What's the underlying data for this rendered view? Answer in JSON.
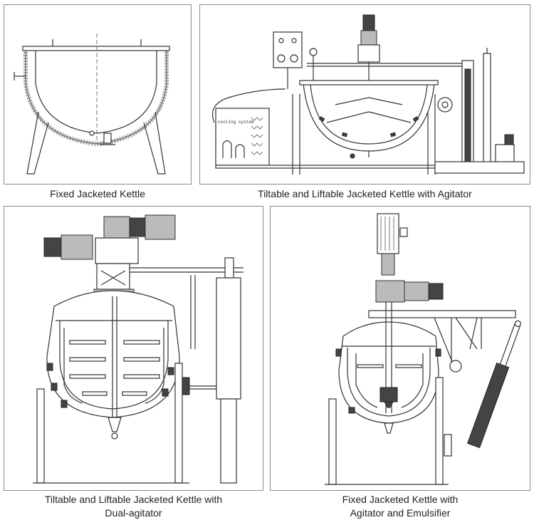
{
  "panels": [
    {
      "caption": "Fixed Jacketed Kettle"
    },
    {
      "caption": "Tiltable and Liftable Jacketed Kettle with Agitator",
      "cooling_label": "cooling system"
    },
    {
      "caption_line1": "Tiltable and Liftable Jacketed Kettle with",
      "caption_line2": "Dual-agitator"
    },
    {
      "caption_line1": "Fixed Jacketed Kettle with",
      "caption_line2": "Agitator and Emulsifier"
    }
  ]
}
